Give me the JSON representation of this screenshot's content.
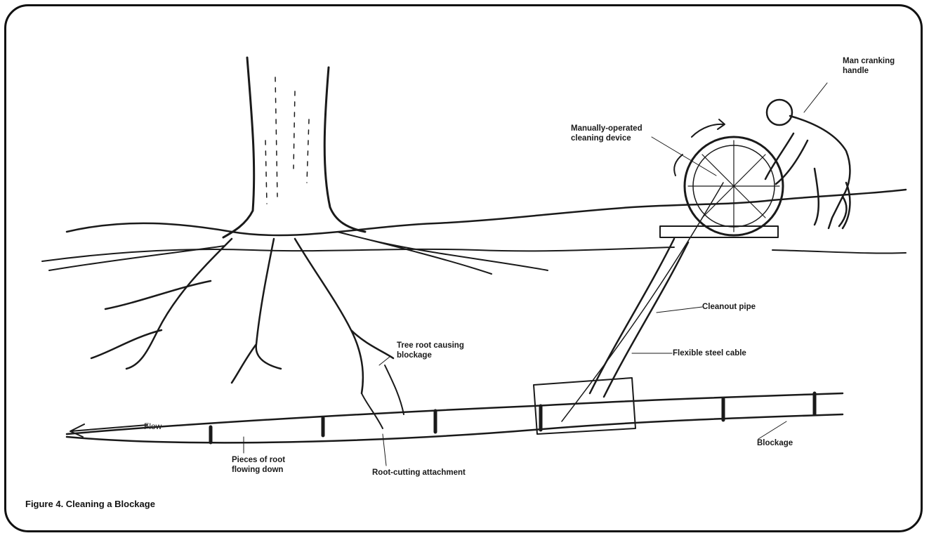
{
  "figure": {
    "caption": "Figure 4. Cleaning a Blockage",
    "flow_label": "Flow"
  },
  "labels": {
    "man": [
      "Man cranking",
      "handle"
    ],
    "device": [
      "Manually-operated",
      "cleaning device"
    ],
    "cleanout": "Cleanout pipe",
    "cable": "Flexible steel cable",
    "tree_root": [
      "Tree root causing",
      "blockage"
    ],
    "blockage": "Blockage",
    "pieces": [
      "Pieces of root",
      "flowing down"
    ],
    "cutter": "Root-cutting attachment"
  }
}
